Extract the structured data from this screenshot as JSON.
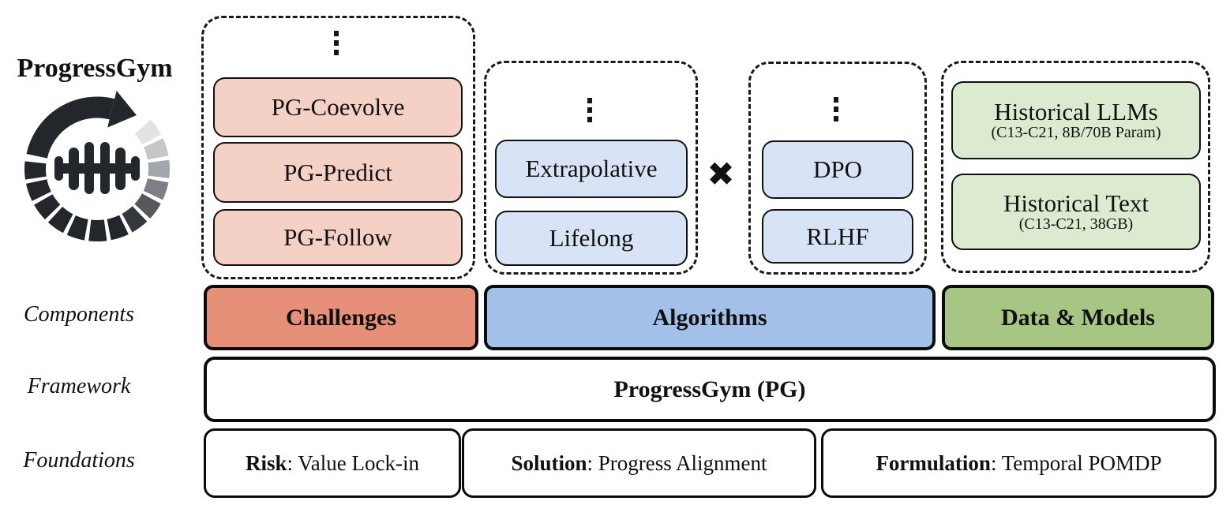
{
  "palette": {
    "challenge_strong": "#e69079",
    "challenge_light": "#f5d0c4",
    "algorithm_strong": "#a3c1e8",
    "algorithm_light": "#d8e4f6",
    "data_strong": "#a7c683",
    "data_light": "#dceacf",
    "ink": "#111111"
  },
  "header": {
    "title": "ProgressGym",
    "logo_icon": "circular-progress-arrow-with-dumbbell"
  },
  "icons": {
    "vertical_ellipsis": "⋮",
    "cross_product": "✖"
  },
  "row_labels": {
    "components": "Components",
    "framework": "Framework",
    "foundations": "Foundations"
  },
  "groups": {
    "challenges": {
      "items": [
        "PG-Coevolve",
        "PG-Predict",
        "PG-Follow"
      ]
    },
    "algorithm_directions": {
      "items": [
        "Extrapolative",
        "Lifelong"
      ]
    },
    "algorithm_bases": {
      "items": [
        "DPO",
        "RLHF"
      ]
    },
    "data_models": {
      "items": [
        {
          "title": "Historical LLMs",
          "subtitle": "(C13-C21, 8B/70B Param)"
        },
        {
          "title": "Historical Text",
          "subtitle": "(C13-C21, 38GB)"
        }
      ]
    }
  },
  "components_row": {
    "challenges": "Challenges",
    "algorithms": "Algorithms",
    "data_models": "Data & Models"
  },
  "framework_row": {
    "label": "ProgressGym (PG)"
  },
  "foundations_row": {
    "items": [
      {
        "term": "Risk",
        "detail": ": Value Lock-in"
      },
      {
        "term": "Solution",
        "detail": ": Progress Alignment"
      },
      {
        "term": "Formulation",
        "detail": ": Temporal POMDP"
      }
    ]
  }
}
